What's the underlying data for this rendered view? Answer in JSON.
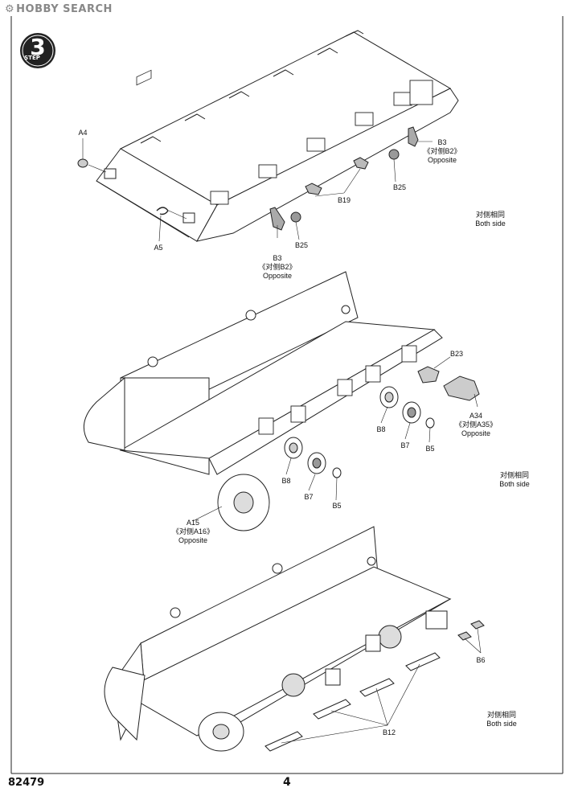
{
  "watermark": {
    "brand": "HOBBY SEARCH"
  },
  "step": {
    "number": "3",
    "word": "STEP"
  },
  "footer": {
    "code": "82479",
    "page": "4"
  },
  "both_side": {
    "cn": "对侧相同",
    "en": "Both side"
  },
  "opposite": "Opposite",
  "parts": {
    "a4": "A4",
    "a5": "A5",
    "b3_top": "B3",
    "b3_top_opp": "《对侧B2》",
    "b25_top": "B25",
    "b19": "B19",
    "b3_low": "B3",
    "b3_low_opp": "《对侧B2》",
    "b25_low": "B25",
    "b23": "B23",
    "a34": "A34",
    "a34_opp": "《对侧A35》",
    "b8_right": "B8",
    "b7_right": "B7",
    "b5_right": "B5",
    "b8_left": "B8",
    "b7_left": "B7",
    "b5_left": "B5",
    "a15": "A15",
    "a15_opp": "《对侧A16》",
    "b6": "B6",
    "b12": "B12"
  }
}
